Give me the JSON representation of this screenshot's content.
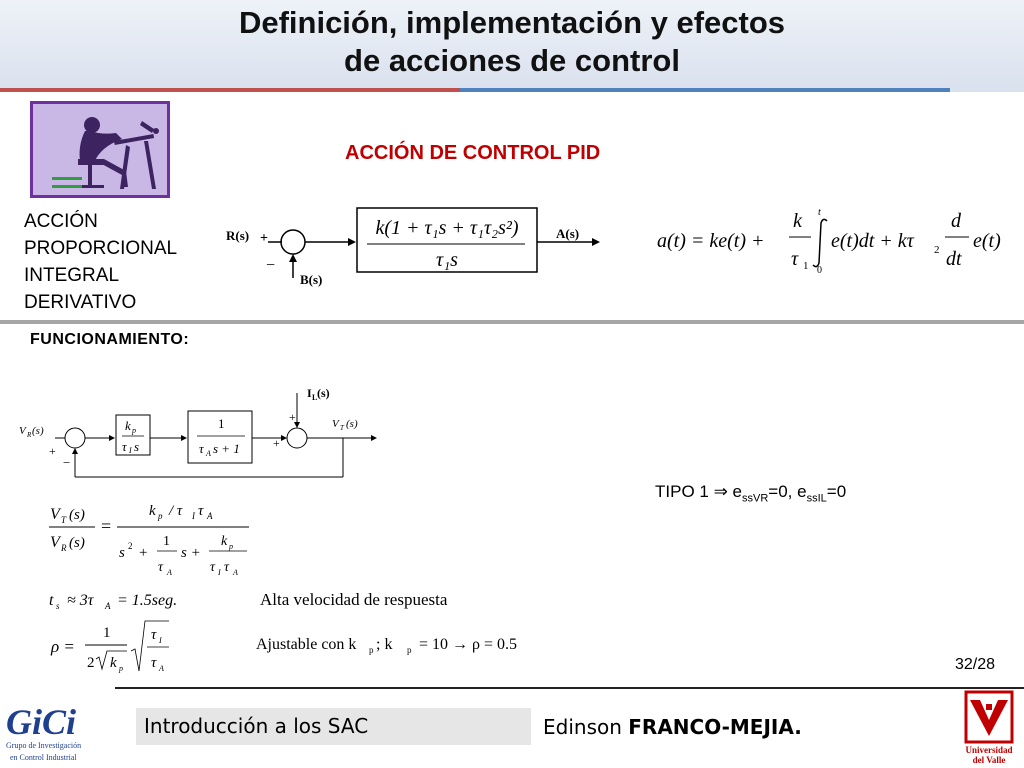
{
  "header": {
    "title_line1": "Definición, implementación y efectos",
    "title_line2": "de acciones de control"
  },
  "section_title": "ACCIÓN DE CONTROL PID",
  "accion_lines": [
    "ACCIÓN",
    "PROPORCIONAL",
    "INTEGRAL",
    "DERIVATIVO"
  ],
  "block_diagram_top": {
    "input": "R(s)",
    "output": "A(s)",
    "feedback": "B(s)",
    "plus": "+",
    "minus": "−",
    "transfer_num": "k(1 + τ₁s + τ₁τ₂s²)",
    "transfer_den": "τ₁s"
  },
  "pid_equation": {
    "lhs": "a(t) = ke(t) +",
    "k": "k",
    "tau1": "τ",
    "sub1": "1",
    "int_upper": "t",
    "int_lower": "0",
    "integrand": "e(t)dt + kτ",
    "sub2": "2",
    "d": "d",
    "dt": "dt",
    "tail": "e(t)"
  },
  "funcionamiento_label": "FUNCIONAMIENTO:",
  "block_diagram_bottom": {
    "input": "V",
    "input_sub": "R",
    "input_arg": "(s)",
    "output": "V",
    "output_sub": "T",
    "output_arg": "(s)",
    "disturb": "I",
    "disturb_sub": "L",
    "disturb_arg": "(s)",
    "block1_num": "k",
    "block1_num_sub": "p",
    "block1_den": "τ",
    "block1_den_sub": "I",
    "block1_den_s": "s",
    "block2_num": "1",
    "block2_den": "τ",
    "block2_den_sub": "A",
    "block2_den_rest": "s + 1",
    "plus": "+",
    "minus": "−"
  },
  "tipo": {
    "prefix": "TIPO 1 ⇒ e",
    "sub1": "ssVR",
    "mid": "=0, e",
    "sub2": "ssIL",
    "end": "=0"
  },
  "tf_equation": {
    "lhs_num": "V",
    "lhs_num_sub": "T",
    "lhs_num_arg": "(s)",
    "lhs_den": "V",
    "lhs_den_sub": "R",
    "lhs_den_arg": "(s)",
    "eq": "=",
    "rhs_num": "k",
    "rhs_num_sub": "p",
    "rhs_num_rest": "/ τ",
    "rhs_num_sub2": "I",
    "rhs_num_tau": "τ",
    "rhs_num_sub3": "A",
    "den_s2": "s",
    "den_exp": "2",
    "den_plus1": "+",
    "den_frac1_num": "1",
    "den_frac1_den": "τ",
    "den_frac1_den_sub": "A",
    "den_s": "s +",
    "den_frac2_num": "k",
    "den_frac2_num_sub": "p",
    "den_frac2_den": "τ",
    "den_frac2_den_sub": "I",
    "den_frac2_den_tau": "τ",
    "den_frac2_den_sub2": "A"
  },
  "ts_equation": {
    "text": "t",
    "sub": "s",
    "rest": "≈ 3τ",
    "sub2": "A",
    "val": "= 1.5seg.",
    "note": "Alta  velocidad  de  respuesta"
  },
  "rho_equation": {
    "rho": "ρ =",
    "num": "1",
    "den": "2",
    "den_k": "k",
    "den_k_sub": "p",
    "sq_num": "τ",
    "sq_num_sub": "I",
    "sq_den": "τ",
    "sq_den_sub": "A",
    "note": "Ajustable con k",
    "note_sub": "p",
    "note_mid": ";  k",
    "note_sub2": "p",
    "note_end": "= 10  →  ρ = 0.5"
  },
  "page_number": "32/28",
  "footer": {
    "course": "Introducción a los SAC",
    "author_first": "Edinson ",
    "author_last": "FRANCO-MEJIA."
  },
  "logo_gici": {
    "text": "GiCi",
    "line1": "Grupo de Investigación",
    "line2": "en Control Industrial"
  },
  "logo_uv": {
    "line1": "Universidad",
    "line2": "del Valle"
  },
  "colors": {
    "accent_red": "#c00000",
    "bar_red": "#c0504d",
    "bar_blue": "#4f81bd",
    "clipart_bg": "#c9b8e6",
    "clipart_border": "#7030a0",
    "gici_blue": "#1f3f8f",
    "uv_red": "#c00000"
  }
}
